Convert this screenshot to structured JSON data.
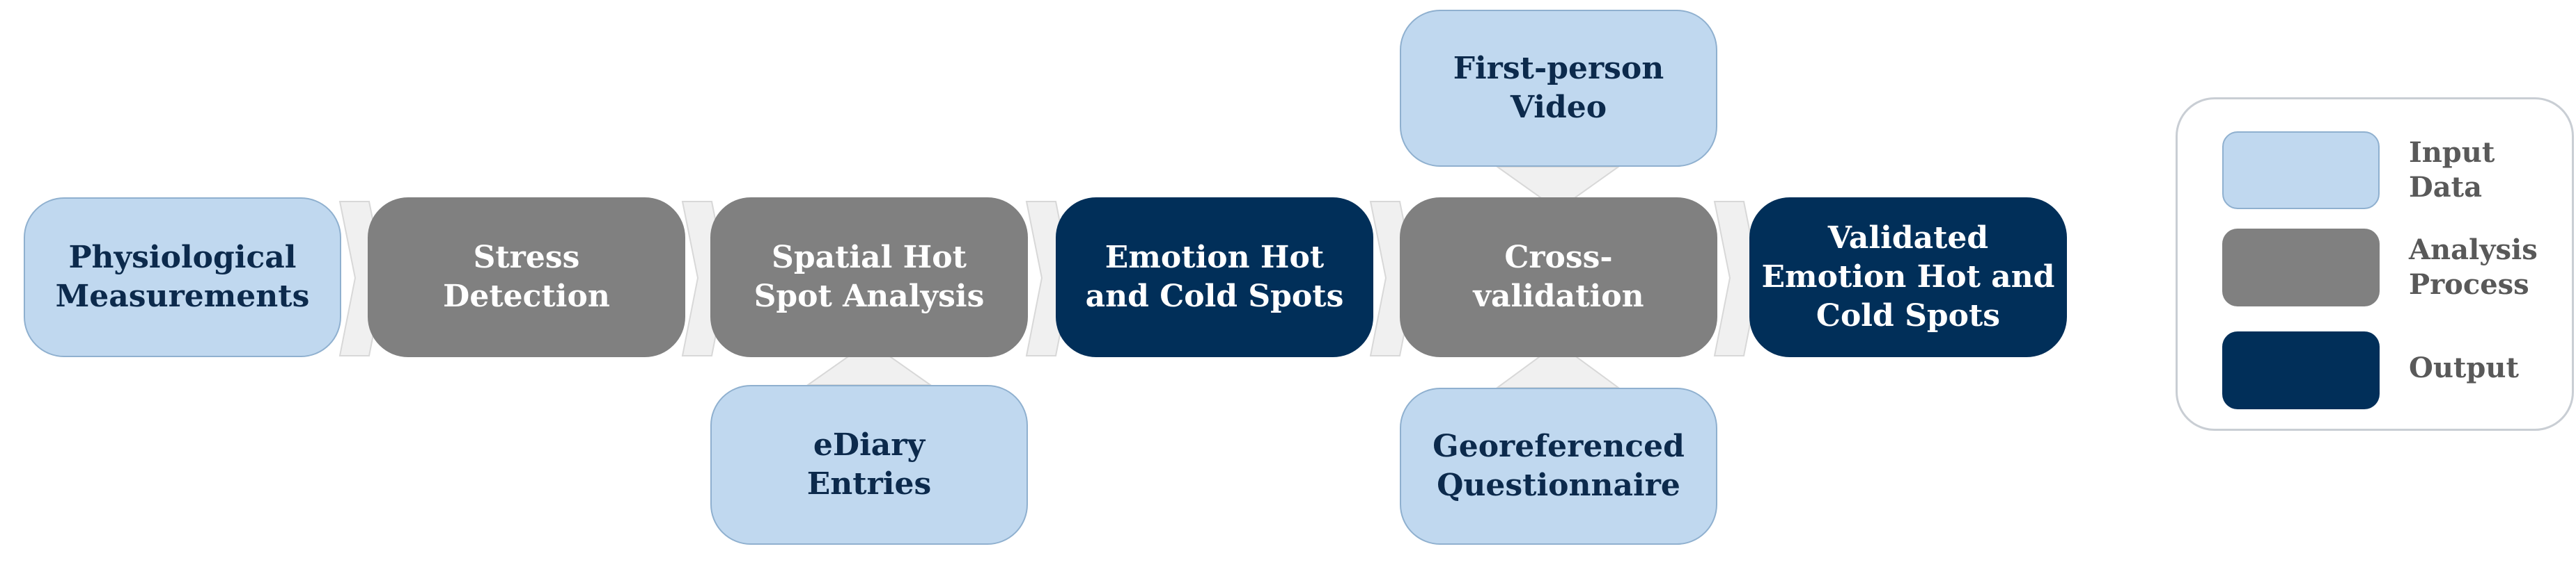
{
  "nodes": {
    "physiological": {
      "line1": "Physiological",
      "line2": "Measurements"
    },
    "stress": {
      "line1": "Stress",
      "line2": "Detection"
    },
    "spatial": {
      "line1": "Spatial Hot",
      "line2": "Spot Analysis"
    },
    "emotion": {
      "line1": "Emotion Hot",
      "line2": "and Cold Spots"
    },
    "cross": {
      "line1": "Cross-",
      "line2": "validation"
    },
    "validated": {
      "line1": "Validated",
      "line2": "Emotion Hot and",
      "line3": "Cold Spots"
    },
    "video": {
      "line1": "First-person",
      "line2": "Video"
    },
    "ediary": {
      "line1": "eDiary",
      "line2": "Entries"
    },
    "questionnaire": {
      "line1": "Georeferenced",
      "line2": "Questionnaire"
    }
  },
  "legend": {
    "input": {
      "line1": "Input",
      "line2": "Data"
    },
    "process": {
      "line1": "Analysis",
      "line2": "Process"
    },
    "output": {
      "line1": "Output"
    }
  },
  "colors": {
    "input": "#c0d8ef",
    "process": "#808080",
    "output": "#012f59",
    "connector": "#f0f0f0"
  }
}
